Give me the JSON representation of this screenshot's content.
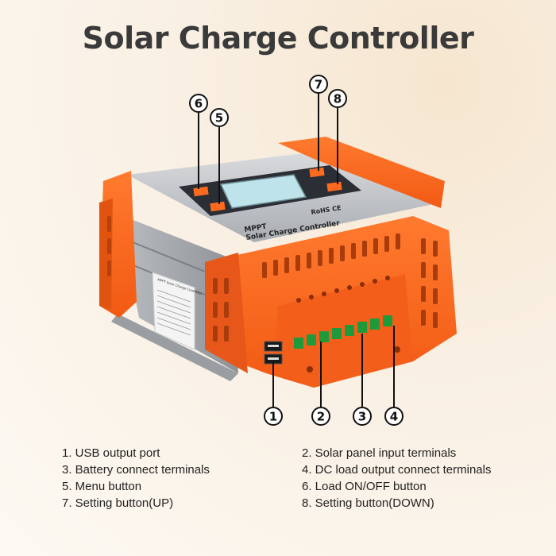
{
  "title": "Solar Charge Controller",
  "device_labels": {
    "line1": "MPPT",
    "line2": "Solar Charge Controller",
    "certs": "RoHS CE",
    "sticker_title": "MPPT Solar Charge Controller"
  },
  "callouts": [
    "1",
    "2",
    "3",
    "4",
    "5",
    "6",
    "7",
    "8"
  ],
  "legend_left": [
    "1. USB output port",
    "3. Battery connect terminals",
    "5. Menu button",
    "7. Setting button(UP)"
  ],
  "legend_right": [
    "2. Solar panel input terminals",
    "4. DC load output connect terminals",
    "6. Load ON/OFF button",
    "8. Setting button(DOWN)"
  ],
  "colors": {
    "orange": "#ff6a1f",
    "orange_dark": "#d9500f",
    "silver": "#bfc2c6",
    "terminal_green": "#1f9a3a"
  }
}
